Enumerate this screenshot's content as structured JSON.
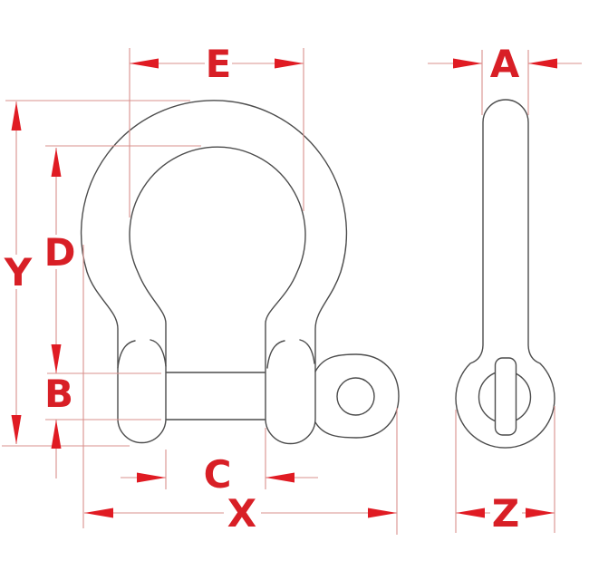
{
  "colors": {
    "background": "#ffffff",
    "outline_gray": "#4c4c4c",
    "dimension_label_red": "#d81f26",
    "arrowhead_red": "#e01b23",
    "extension_line_red": "#d9908c"
  },
  "dimensions": {
    "front_view": {
      "inside_width_top": "E",
      "overall_height": "Y",
      "inside_length": "D",
      "pin_diameter": "B",
      "inside_width_pin": "C",
      "overall_width": "X"
    },
    "side_view": {
      "body_diameter": "A",
      "eye_diameter": "Z"
    }
  }
}
